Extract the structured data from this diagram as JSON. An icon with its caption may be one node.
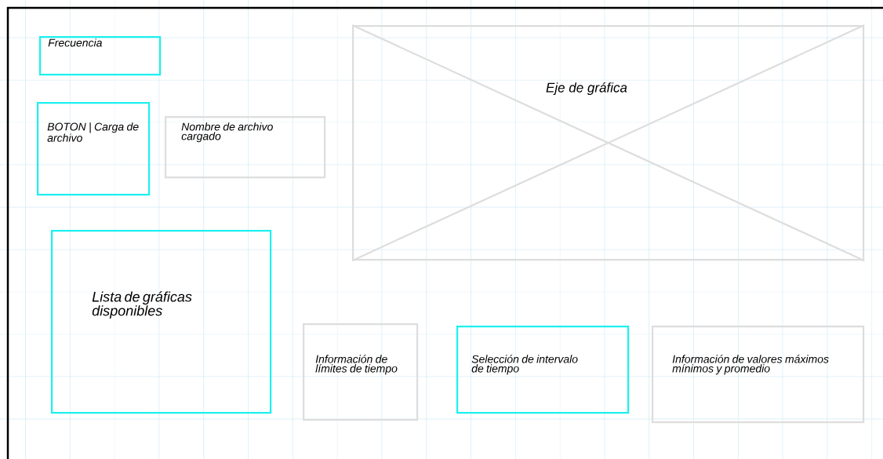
{
  "diagram": {
    "nodes": [
      {
        "text": [
          "Frecuencia"
        ]
      },
      {
        "text": [
          "BOTON | Carga de archivo"
        ]
      },
      {
        "text": [
          "Nombre de archivo cargado"
        ]
      },
      {
        "text": [
          "Eje de gráfica"
        ]
      },
      {
        "text": [
          "Lista de gráficas disponibles"
        ]
      },
      {
        "text": [
          "Información de límites de tiempo"
        ]
      },
      {
        "text": [
          "Selección de intervalo de tiempo"
        ]
      },
      {
        "text": [
          "Información de valores máximos mínimos y promedio"
        ]
      }
    ]
  }
}
